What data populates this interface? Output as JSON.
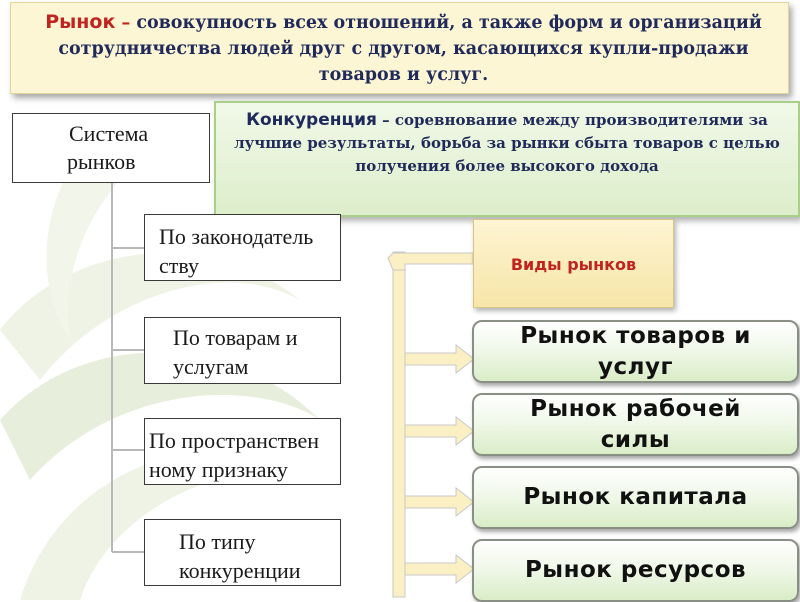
{
  "header": {
    "term": "Рынок",
    "dash": " – ",
    "definition": "совокупность всех отношений, а также форм и организаций сотрудничества людей друг с другом, касающихся купли-продажи товаров и услуг."
  },
  "competition": {
    "term": "Конкуренция",
    "definition": " – соревнование между производителями за лучшие результаты, борьба за рынки сбыта товаров с целью получения более высокого дохода"
  },
  "system": {
    "line1": "Система",
    "line2": "рынков"
  },
  "classification": [
    {
      "line1": "По законодатель",
      "line2": "ству"
    },
    {
      "line1": "По товарам и",
      "line2": "услугам"
    },
    {
      "line1": "По пространствен",
      "line2": "ному признаку"
    },
    {
      "line1": "По типу",
      "line2": "конкуренции"
    }
  ],
  "types_title": "Виды рынков",
  "market_types": [
    {
      "line1": "Рынок товаров и",
      "line2": "услуг"
    },
    {
      "line1": "Рынок рабочей",
      "line2": "силы"
    },
    {
      "line1": "Рынок капитала",
      "line2": ""
    },
    {
      "line1": "Рынок ресурсов",
      "line2": ""
    }
  ],
  "colors": {
    "term_red": "#c0241f",
    "text_navy": "#1f2a5a",
    "header_bg": "#fdf6d4",
    "green_panel": "#ddeecb",
    "arrow_fill": "#fbf0c4"
  }
}
